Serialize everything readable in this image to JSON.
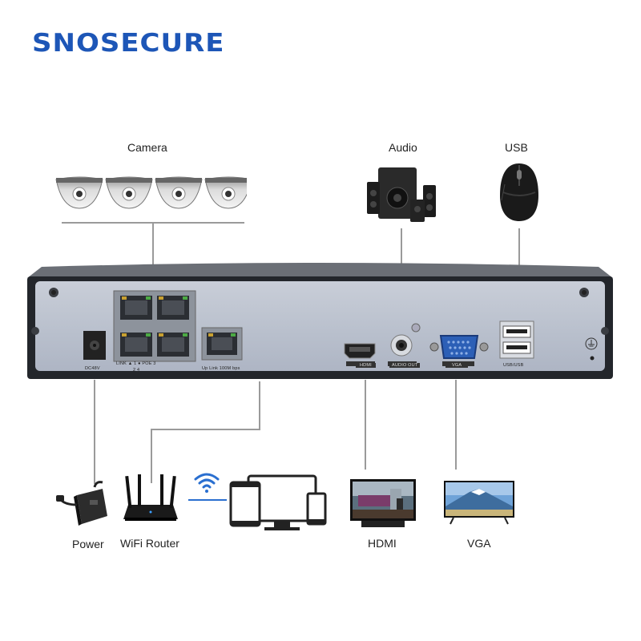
{
  "brand": {
    "name": "SNOSECURE",
    "color": "#1d56b7"
  },
  "top_devices": {
    "camera_label": "Camera",
    "audio_label": "Audio",
    "usb_label": "USB"
  },
  "panel": {
    "dc_label": "DC48V",
    "poe_label": "LINK ▲ 1  ● POE  3",
    "poe_sub": "2          4",
    "uplink_label": "Up Link 100M bps",
    "hdmi_port_label": "HDMI",
    "audio_port_label": "AUDIO OUT",
    "vga_port_label": "VGA",
    "usb_port_label": "USB/USB"
  },
  "bottom_devices": {
    "power_label": "Power",
    "router_label": "WiFi Router",
    "hdmi_label": "HDMI",
    "vga_label": "VGA"
  },
  "icons": [
    "dome-camera-icon",
    "speaker-icon",
    "mouse-icon",
    "power-adapter-icon",
    "wifi-router-icon",
    "wifi-icon",
    "monitor-tablet-phone-icon",
    "tv-icon"
  ]
}
